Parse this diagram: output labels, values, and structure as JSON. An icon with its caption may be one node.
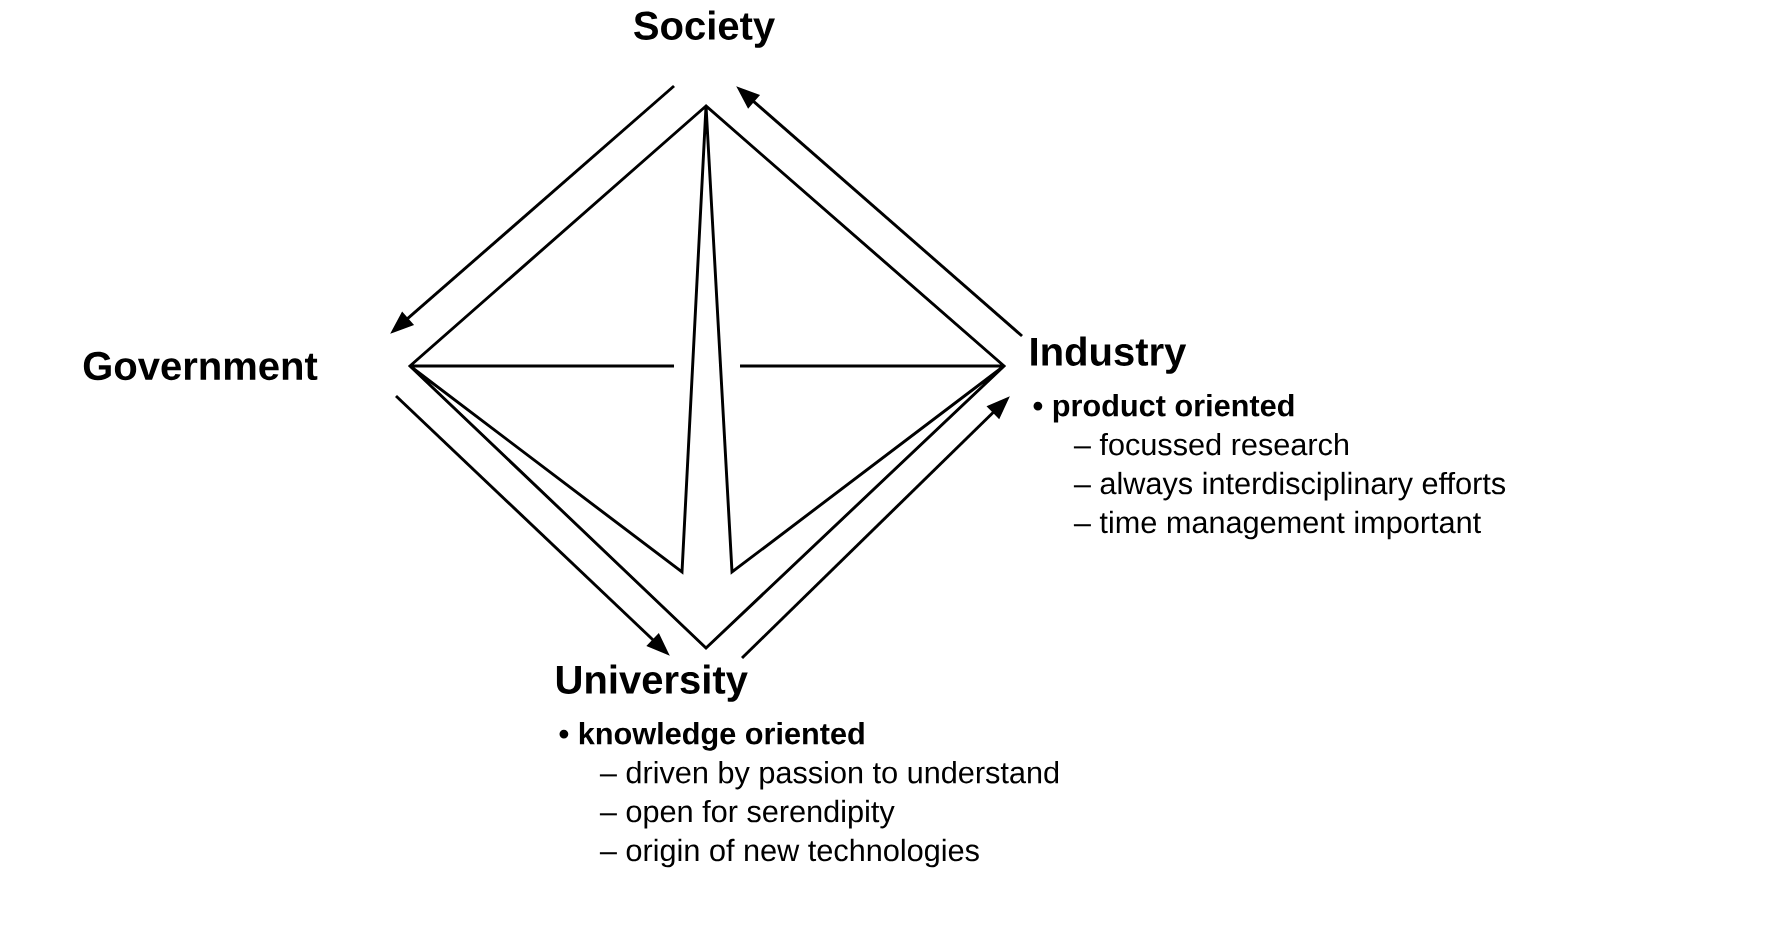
{
  "diagram": {
    "nodes": [
      {
        "text": [
          "Society"
        ]
      },
      {
        "text": [
          "Government"
        ]
      },
      {
        "text": [
          "Industry",
          "• product oriented",
          "– focussed research",
          "– always interdisciplinary efforts",
          "– time management important"
        ]
      },
      {
        "text": [
          "University",
          "• knowledge oriented",
          "– driven by passion to understand",
          "– open for serendipity",
          "– origin of new technologies"
        ]
      }
    ],
    "edges": [
      {
        "from": 0,
        "to": 1,
        "arrow": "to"
      },
      {
        "from": 1,
        "to": 3,
        "arrow": "to"
      },
      {
        "from": 3,
        "to": 2,
        "arrow": "to"
      },
      {
        "from": 2,
        "to": 0,
        "arrow": "to"
      }
    ]
  }
}
